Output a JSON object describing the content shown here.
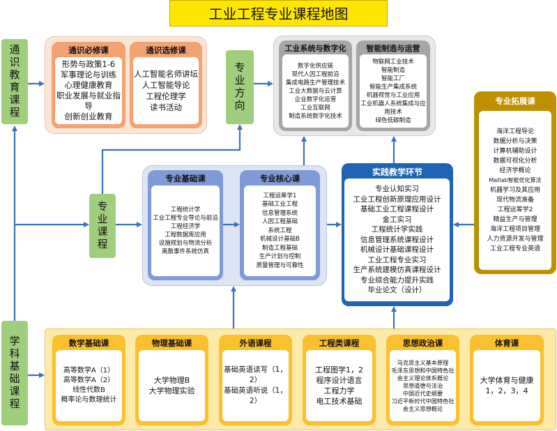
{
  "title": "工业工程专业课程地图",
  "side_labels": {
    "general_education": "通识教育课程",
    "major_courses": "专业课程",
    "discipline_basics": "学科基础课程",
    "major_direction": "专业方向"
  },
  "general_required": {
    "title": "通识必修课",
    "items": [
      "形势与政策1-6",
      "军事理论与训练",
      "心理健康教育",
      "职业发展与就业指导",
      "创新创业教育"
    ]
  },
  "general_elective": {
    "title": "通识选修课",
    "items": [
      "人工智能名师讲坛",
      "人工智能导论",
      "工程伦理学",
      "读书活动"
    ]
  },
  "industrial_systems": {
    "title": "工业系统与数字化",
    "items": [
      "数字化供应链",
      "现代人因工程前沿",
      "集成电路生产管理技术",
      "工业大数据与云计算",
      "企业数字化运营",
      "工业互联网",
      "制造系统数字化技术"
    ]
  },
  "intelligent_manufacturing": {
    "title": "智能制造与运营",
    "items": [
      "物联网工业技术",
      "智能制造",
      "智能工厂",
      "智能生产集成系统",
      "机器视觉与工业应用",
      "工业机器人系统集成与应用技术",
      "绿色低碳制造"
    ]
  },
  "major_basic": {
    "title": "专业基础课",
    "items": [
      "工程统计学",
      "工业工程专业导论与前沿",
      "工程经济学",
      "工程数据库应用",
      "设施规划与物流分析",
      "离散事件系统仿真"
    ]
  },
  "major_core": {
    "title": "专业核心课",
    "items": [
      "工程运筹学1",
      "基础工业工程",
      "信息管理系统",
      "人因工程基础",
      "系统工程",
      "机械设计基础B",
      "制造工程基础",
      "生产计划与控制",
      "质量管理与可靠性"
    ]
  },
  "practice": {
    "title": "实践教学环节",
    "items": [
      "专业认知实习",
      "工业工程创新原理应用设计",
      "基础工业工程课程设计",
      "金工实习",
      "工程统计学实践",
      "信息管理系统课程设计",
      "机械设计基础课程设计",
      "工业工程专业实习",
      "生产系统建模仿真课程设计",
      "专业综合能力提升实践",
      "毕业论文（设计）"
    ]
  },
  "major_extension": {
    "title": "专业拓展课",
    "items": [
      "海洋工程导论",
      "数据分析与决策",
      "计算机辅助设计",
      "数据可视化分析",
      "经济学概论",
      "Matlab智能优化算法",
      "机器学习及其应用",
      "现代物流准备",
      "工程运筹学2",
      "精益生产与管理",
      "海洋工程项目管理",
      "人力资源开发与管理",
      "工业工程专业英语"
    ]
  },
  "math_basics": {
    "title": "数学基础课",
    "items": [
      "高等数学A（1）",
      "高等数学A（2）",
      "线性代数B",
      "概率论与数理统计"
    ]
  },
  "physics_basics": {
    "title": "物理基础课",
    "items": [
      "大学物理B",
      "大学物理实验"
    ]
  },
  "foreign_language": {
    "title": "外语课程",
    "items": [
      "基础英语读写（1，2）",
      "基础英语听说（1，2）"
    ]
  },
  "engineering": {
    "title": "工程类课程",
    "items": [
      "工程图学1，2",
      "程序设计语言",
      "工程力学",
      "电工技术基础"
    ]
  },
  "politics": {
    "title": "思想政治课",
    "items": [
      "马克思主义基本原理",
      "毛泽东思想和中国特色社会主义理论体系概论",
      "思想道德与法治",
      "中国近代史纲要",
      "习近平新时代中国特色社会主义思想概论"
    ]
  },
  "pe": {
    "title": "体育课",
    "items": [
      "大学体育与健康",
      "1，2，3，4"
    ]
  },
  "colors": {
    "title_bg": "#ffe600",
    "side_green": "#9fcf7e",
    "orange_header": "#f4a271",
    "grey_header": "#a6a6a6",
    "blue_header": "#7f9ad6",
    "practice_blue": "#1f64b4",
    "extension_gold": "#bf8f00",
    "basics_yellow": "#fbc02d",
    "arrow": "#3c6fc0"
  }
}
